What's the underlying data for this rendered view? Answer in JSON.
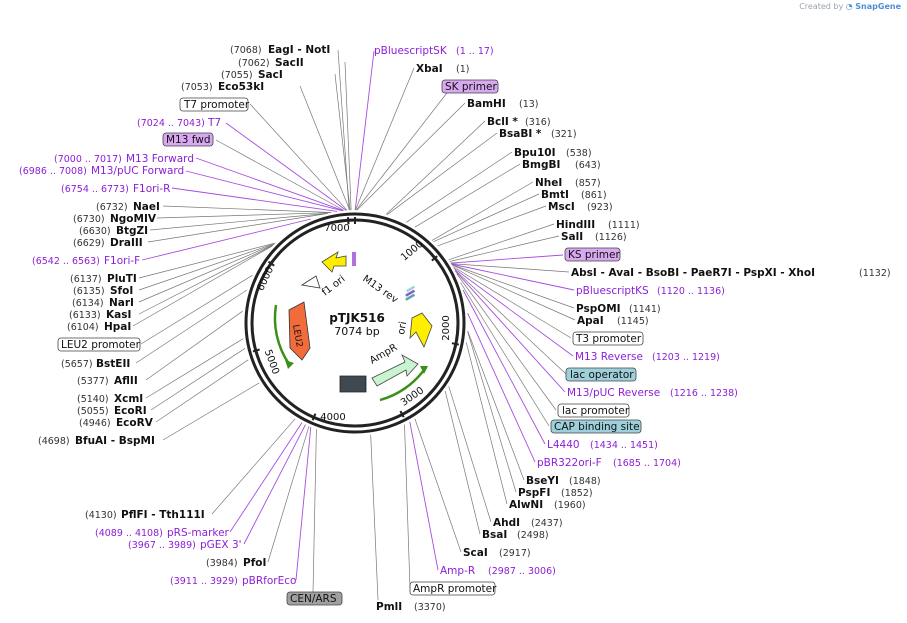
{
  "credit": {
    "prefix": "Created by",
    "brand": "SnapGene"
  },
  "plasmid": {
    "name": "pTJK516",
    "size_label": "7074 bp"
  },
  "ticks": [
    "1000",
    "2000",
    "3000",
    "4000",
    "5000",
    "6000",
    "7000"
  ],
  "inner_labels": {
    "f1ori": "f1 ori",
    "m13rev": "M13 rev",
    "ori": "ori",
    "ampr": "AmpR",
    "leu2": "LEU2"
  },
  "labels": {
    "t_pBluescriptSK": "pBluescriptSK",
    "p_pBluescriptSK": "(1 .. 17)",
    "t_XbaI": "XbaI",
    "p_XbaI": "(1)",
    "b_SKprimer": "SK primer",
    "t_BamHI": "BamHI",
    "p_BamHI": "(13)",
    "t_BclI": "BclI *",
    "p_BclI": "(316)",
    "t_BsaBI": "BsaBI *",
    "p_BsaBI": "(321)",
    "t_Bpu10I": "Bpu10I",
    "p_Bpu10I": "(538)",
    "t_BmgBI": "BmgBI",
    "p_BmgBI": "(643)",
    "t_NheI": "NheI",
    "p_NheI": "(857)",
    "t_BmtI": "BmtI",
    "p_BmtI": "(861)",
    "t_MscI": "MscI",
    "p_MscI": "(923)",
    "t_HindIII": "HindIII",
    "p_HindIII": "(1111)",
    "t_SalI": "SalI",
    "p_SalI": "(1126)",
    "b_KSprimer": "KS primer",
    "t_AbsI": "AbsI - AvaI - BsoBI - PaeR7I - PspXI - XhoI",
    "p_AbsI": "(1132)",
    "t_pBluescriptKS": "pBluescriptKS",
    "p_pBluescriptKS": "(1120 .. 1136)",
    "t_PspOMI": "PspOMI",
    "p_PspOMI": "(1141)",
    "t_ApaI": "ApaI",
    "p_ApaI": "(1145)",
    "b_T3promoter": "T3 promoter",
    "t_M13Reverse": "M13 Reverse",
    "p_M13Reverse": "(1203 .. 1219)",
    "b_lacoperator": "lac operator",
    "t_M13pUCReverse": "M13/pUC Reverse",
    "p_M13pUCReverse": "(1216 .. 1238)",
    "b_lacpromoter": "lac promoter",
    "b_CAP": "CAP binding site",
    "t_L4440": "L4440",
    "p_L4440": "(1434 .. 1451)",
    "t_pBR322ori": "pBR322ori-F",
    "p_pBR322ori": "(1685 .. 1704)",
    "t_BseYI": "BseYI",
    "p_BseYI": "(1848)",
    "t_PspFI": "PspFI",
    "p_PspFI": "(1852)",
    "t_AlwNI": "AlwNI",
    "p_AlwNI": "(1960)",
    "t_AhdI": "AhdI",
    "p_AhdI": "(2437)",
    "t_BsaI": "BsaI",
    "p_BsaI": "(2498)",
    "t_ScaI": "ScaI",
    "p_ScaI": "(2917)",
    "t_AmpR": "Amp-R",
    "p_AmpR": "(2987 .. 3006)",
    "b_AmpRpromoter": "AmpR promoter",
    "t_PmlI": "PmlI",
    "p_PmlI": "(3370)",
    "b_CENARS": "CEN/ARS",
    "t_pBRforEco": "pBRforEco",
    "p_pBRforEco": "(3911 .. 3929)",
    "t_PfoI": "PfoI",
    "p_PfoI": "(3984)",
    "t_pGEX3": "pGEX 3'",
    "p_pGEX3": "(3967 .. 3989)",
    "t_pRSmarker": "pRS-marker",
    "p_pRSmarker": "(4089 .. 4108)",
    "t_PflFI": "PflFI - Tth111I",
    "p_PflFI": "(4130)",
    "t_BfuAI": "BfuAI - BspMI",
    "p_BfuAI": "(4698)",
    "t_EcoRV": "EcoRV",
    "p_EcoRV": "(4946)",
    "t_EcoRI": "EcoRI",
    "p_EcoRI": "(5055)",
    "t_XcmI": "XcmI",
    "p_XcmI": "(5140)",
    "t_AflII": "AflII",
    "p_AflII": "(5377)",
    "t_BstEII": "BstEII",
    "p_BstEII": "(5657)",
    "b_LEU2promoter": "LEU2 promoter",
    "t_HpaI": "HpaI",
    "p_HpaI": "(6104)",
    "t_KasI": "KasI",
    "p_KasI": "(6133)",
    "t_NarI": "NarI",
    "p_NarI": "(6134)",
    "t_SfoI": "SfoI",
    "p_SfoI": "(6135)",
    "t_PluTI": "PluTI",
    "p_PluTI": "(6137)",
    "t_F1oriF": "F1ori-F",
    "p_F1oriF": "(6542 .. 6563)",
    "t_DraIII": "DraIII",
    "p_DraIII": "(6629)",
    "t_BtgZI": "BtgZI",
    "p_BtgZI": "(6630)",
    "t_NgoMIV": "NgoMIV",
    "p_NgoMIV": "(6730)",
    "t_NaeI": "NaeI",
    "p_NaeI": "(6732)",
    "t_F1oriR": "F1ori-R",
    "p_F1oriR": "(6754 .. 6773)",
    "t_M13pUCFwd": "M13/pUC Forward",
    "p_M13pUCFwd": "(6986 .. 7008)",
    "t_M13Fwd": "M13 Forward",
    "p_M13Fwd": "(7000 .. 7017)",
    "b_M13fwd": "M13 fwd",
    "t_T7": "T7",
    "p_T7": "(7024 .. 7043)",
    "b_T7promoter": "T7 promoter",
    "t_Eco53kI": "Eco53kI",
    "p_Eco53kI": "(7053)",
    "t_SacI": "SacI",
    "p_SacI": "(7055)",
    "t_SacII": "SacII",
    "p_SacII": "(7062)",
    "t_EagI": "EagI - NotI",
    "p_EagI": "(7068)"
  },
  "colors": {
    "enzyme": "#111111",
    "feature": "#8c1fd6",
    "leu2": "#f26b3a",
    "ampr": "#c8f5d0",
    "promoter_fill": "#ffffff",
    "primer_fill": "#d8a8f0",
    "lac_fill": "#9ed0dc",
    "cen_fill": "#a0a0a0",
    "ori_fill": "#ffee00",
    "arc_green": "#3c8f18"
  }
}
